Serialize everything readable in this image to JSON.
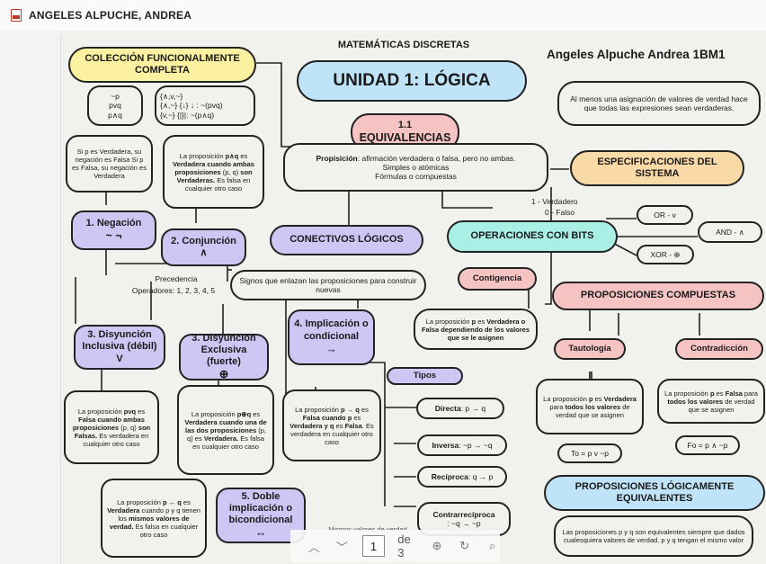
{
  "window": {
    "title": "ANGELES ALPUCHE, ANDREA",
    "icon": "pdf-file-icon"
  },
  "header": {
    "course": "MATEMÁTICAS DISCRETAS",
    "author": "Angeles Alpuche Andrea 1BM1"
  },
  "unit": {
    "title": "UNIDAD 1: LÓGICA"
  },
  "equivalencias": {
    "title_1": "1.1",
    "title_2": "EQUIVALENCIAS",
    "prop_label": "Propisición",
    "prop_text": ": afirmación verdadera o falsa, pero no ambas.",
    "bullet_1": "Simples o atómicas",
    "bullet_2": "Fórmulas o compuestas"
  },
  "coleccion": {
    "title": "COLECCIÓN FUNCIONALMENTE COMPLETA",
    "set1": [
      "~p",
      "pvq",
      "p∧q"
    ],
    "set2_a": "{∧,v,~}",
    "set2_b": "{∧,~} {↓} ↓ : ~(pvq)",
    "set2_c": "{v,~}  {|}|: ~(p∧q)"
  },
  "negacion": {
    "def": "Si p es Verdadera, su negación es Falsa Si p es Falsa, su negación es Verdadera",
    "title": "1. Negación",
    "symbol": "~ ¬"
  },
  "conjuncion": {
    "def_1": "La proposición ",
    "def_b1": "p∧q",
    "def_2": " es ",
    "def_b2": "Verdadera cuando ambas proposiciones",
    "def_3": " (p, q) ",
    "def_b3": "son Verdaderas.",
    "def_4": " Es falsa en cualquier otro caso",
    "title": "2. Conjunción",
    "symbol": "∧"
  },
  "conectivos": {
    "title": "CONECTIVOS LÓGICOS",
    "desc": "Signos que enlazan las proposiciones para construir nuevas",
    "precedencia": "Precedencia",
    "operadores": "Operadores: 1, 2, 3, 4, 5"
  },
  "disy_incl": {
    "title": "3. Disyunción Inclusiva (débil)",
    "symbol": "V",
    "def_1": "La proposición ",
    "def_b1": "pvq",
    "def_2": " es ",
    "def_b2": "Falsa cuando ambas proposiciones",
    "def_3": " (p, q) ",
    "def_b3": "son Falsas.",
    "def_4": " Es verdadera en cualquier otro caso"
  },
  "disy_excl": {
    "title": "3. Disyunción Exclusiva (fuerte)",
    "symbol": "⊕",
    "def_1": "La proposición ",
    "def_b1": "p⊕q",
    "def_2": " es ",
    "def_b2": "Verdadera cuando una de las dos proposiciones",
    "def_3": " (p, q) es ",
    "def_b3": "Verdadera.",
    "def_4": " Es falsa en cualquier otro caso"
  },
  "implicacion": {
    "title": "4. Implicación o condicional",
    "symbol": "→",
    "def_1": "La proposición ",
    "def_b1": "p → q",
    "def_2": " es ",
    "def_b2": "Falsa cuando p",
    "def_3": " es ",
    "def_b3": "Verdadera y q",
    "def_4": " es ",
    "def_b4": "Falsa",
    "def_5": ". Es verdadera en cualquier otro caso",
    "tipos": "Tipos",
    "directa_label": "Directa",
    "directa_val": ": p → q",
    "inversa_label": "Inversa",
    "inversa_val": ": ~p → ~q",
    "reciproca_label": "Recíproca",
    "reciproca_val": ": q → p",
    "contra_label": "Contrarrecíproca",
    "contra_val": ": ~q → ~p"
  },
  "bicondicional": {
    "title": "5. Doble implicación o bicondicional",
    "symbol": "↔",
    "def_1": "La proposición ",
    "def_b1": "p ↔ q",
    "def_2": " es ",
    "def_b2": "Verdadera",
    "def_3": " cuando p y q tienen los ",
    "def_b3": "mismos valores de verdad.",
    "def_4": " Es falsa en cualquier otro caso",
    "note": "Mismos valores de verdad"
  },
  "especificaciones": {
    "title": "ESPECIFICACIONES DEL SISTEMA",
    "def": "Al menos una asignación de valores de verdad hace que todas las expresiones sean verdaderas."
  },
  "bits": {
    "title": "OPERACIONES CON BITS",
    "verdadero": "1 - Verdadero",
    "falso": "0 - Falso",
    "or": "OR - v",
    "and": "AND - ∧",
    "xor": "XOR - ⊕"
  },
  "compuestas": {
    "title": "PROPOSICIONES COMPUESTAS",
    "contigencia": "Contigencia",
    "cont_def_1": "La proposición ",
    "cont_b1": "p",
    "cont_def_2": " es ",
    "cont_b2": "Verdadera o Falsa dependiendo de los valores que se le asignen",
    "tautologia": "Tautología",
    "tau_def_1": "La proposición ",
    "tau_b1": "p",
    "tau_def_2": " es ",
    "tau_b2": "Verdadera",
    "tau_def_3": " para ",
    "tau_b3": "todos los valores",
    "tau_def_4": " de verdad que se asignen",
    "tau_formula": "To = p v ~p",
    "contradiccion": "Contradicción",
    "con_def_1": "La proposición ",
    "con_b1": "p",
    "con_def_2": " es ",
    "con_b2": "Falsa",
    "con_def_3": " para ",
    "con_b3": "todos los valores",
    "con_def_4": " de verdad que se asignen",
    "con_formula": "Fo = p ∧ ~p"
  },
  "equivalentes": {
    "title": "PROPOSICIONES LÓGICAMENTE EQUIVALENTES",
    "def": "Las proposiciones p y q son equivalentes siempre que dados cualesquiera valores de verdad, p y q tengan el mismo valor"
  },
  "viewer": {
    "page_current": "1",
    "page_total": "de 3"
  },
  "colors": {
    "yellow": "#fbf1a0",
    "purple": "#cfc6f3",
    "pink": "#f6c3c3",
    "blue": "#bfe3f7",
    "orange": "#f9d9a6",
    "teal": "#a9efe6"
  }
}
